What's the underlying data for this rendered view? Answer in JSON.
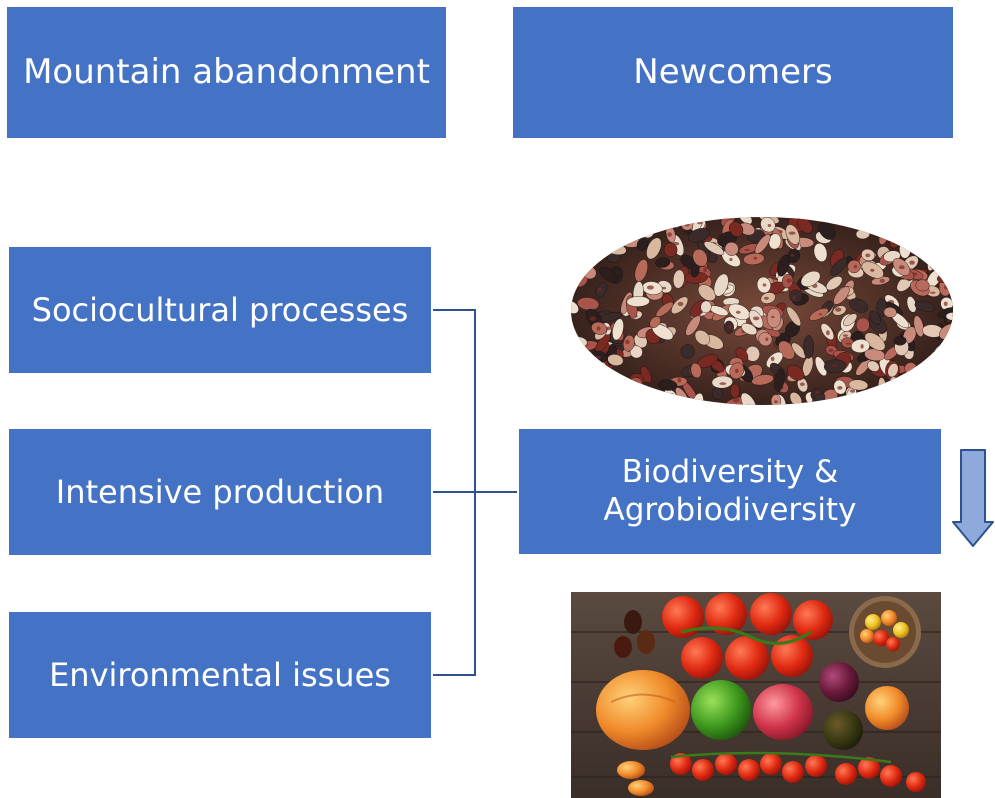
{
  "boxes": {
    "mountain": "Mountain abandonment",
    "newcomers": "Newcomers",
    "socio": "Sociocultural processes",
    "intensive": "Intensive production",
    "environment": "Environmental issues",
    "bio_line1": "Biodiversity &",
    "bio_line2": "Agrobiodiversity"
  },
  "colors": {
    "box_fill": "#4472C4",
    "box_text": "#FFFFFF",
    "connector": "#2F528F",
    "arrow_fill": "#8EA9DB",
    "arrow_stroke": "#2F528F"
  },
  "images": {
    "beans": "beans-photo",
    "tomatoes": "tomatoes-photo"
  }
}
